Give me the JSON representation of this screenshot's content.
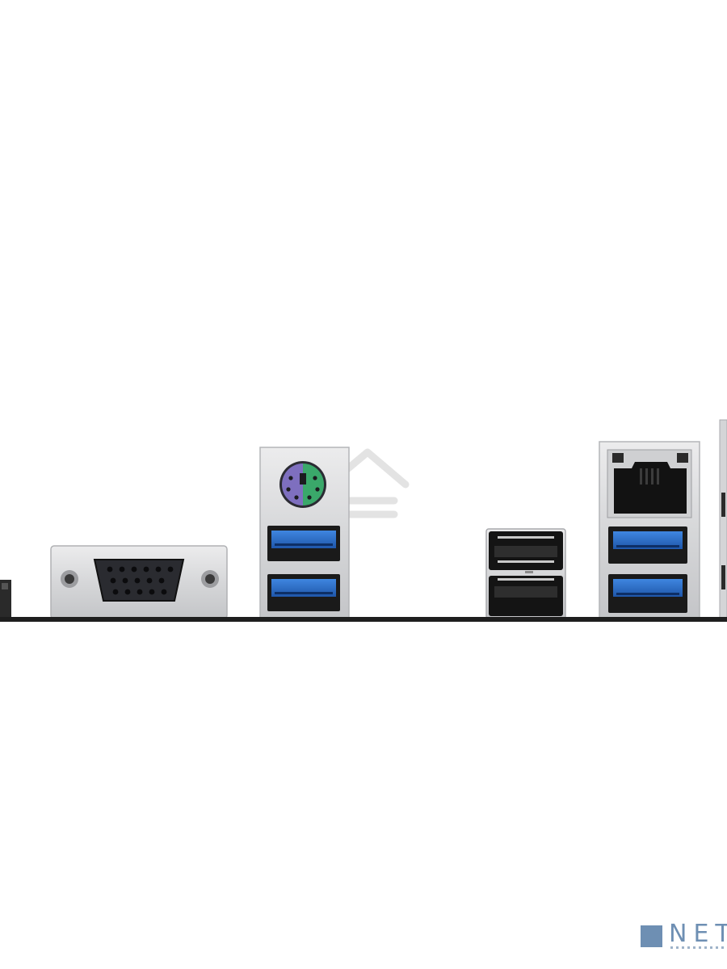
{
  "image": {
    "subject": "motherboard-rear-io-panel",
    "background_color": "#ffffff",
    "panel_line_color": "#1e1e1e",
    "metal_color": "#d9dadc",
    "usb3_color": "#2f6fc7",
    "ps2_keyboard_color": "#7e6fbf",
    "ps2_mouse_color": "#3aa86a"
  },
  "ports": [
    {
      "kind": "dvi-edge",
      "icon": "connector-edge-icon"
    },
    {
      "kind": "vga",
      "icon": "vga-port-icon"
    },
    {
      "kind": "ps2-combo",
      "icon": "ps2-port-icon"
    },
    {
      "kind": "usb3",
      "icon": "usb3-port-icon"
    },
    {
      "kind": "usb3",
      "icon": "usb3-port-icon"
    },
    {
      "kind": "usb2",
      "icon": "usb2-port-icon"
    },
    {
      "kind": "usb2",
      "icon": "usb2-port-icon"
    },
    {
      "kind": "rj45-lan",
      "icon": "ethernet-port-icon"
    },
    {
      "kind": "usb3",
      "icon": "usb3-port-icon"
    },
    {
      "kind": "usb3",
      "icon": "usb3-port-icon"
    }
  ],
  "watermark": {
    "text": "NET",
    "logo_color": "#6e8fb3"
  }
}
